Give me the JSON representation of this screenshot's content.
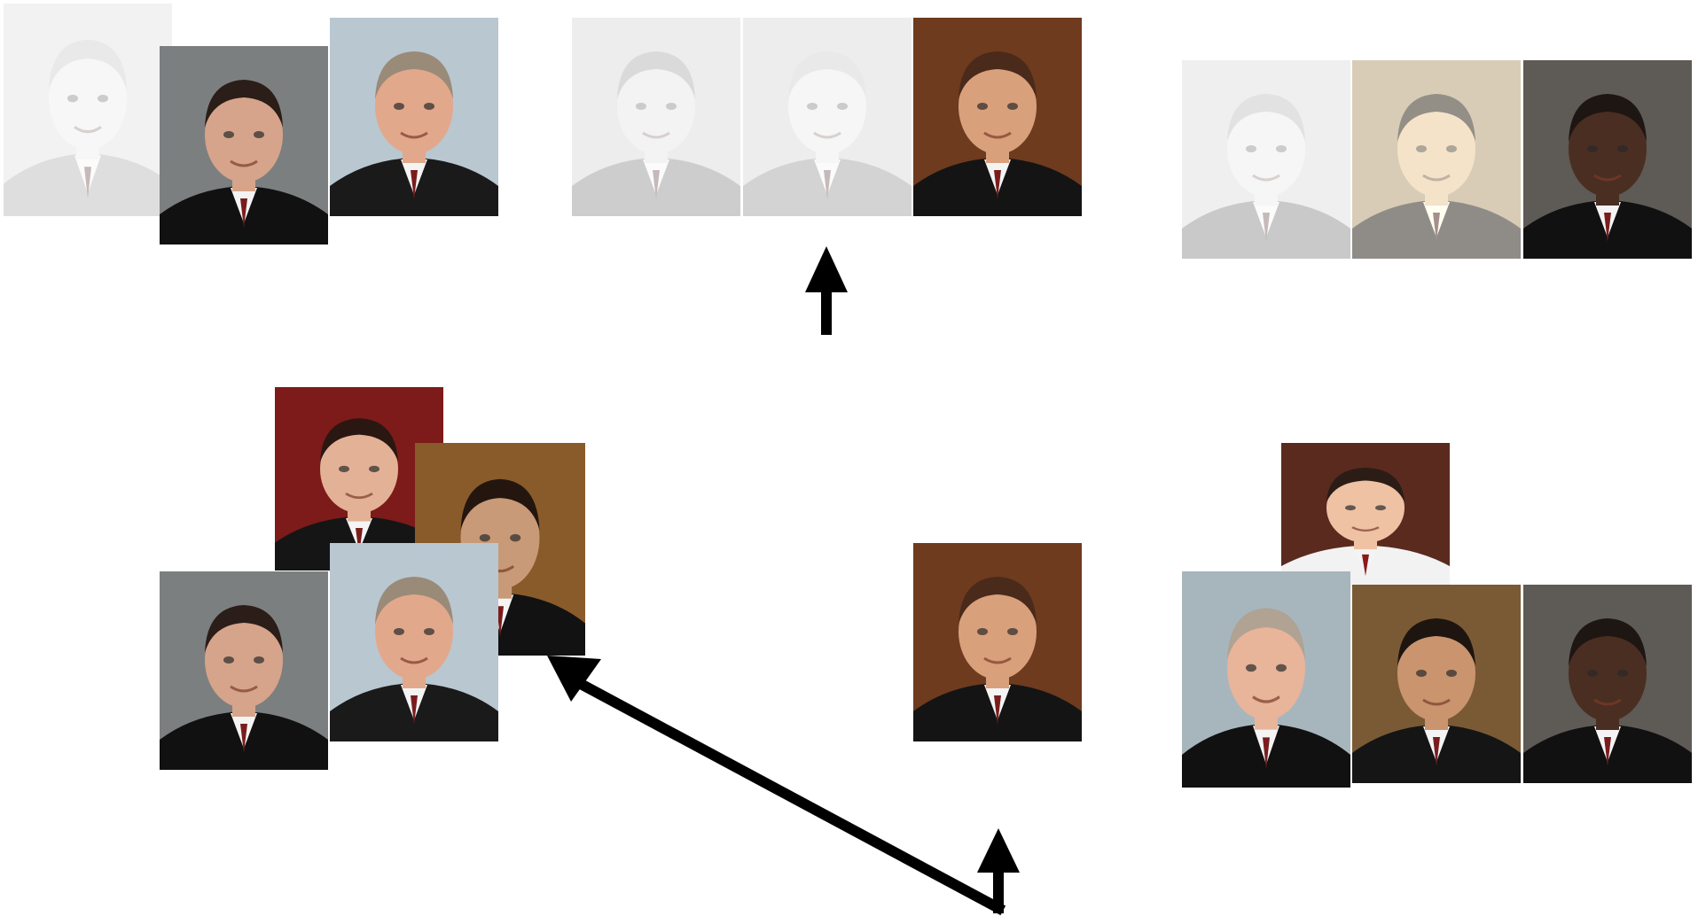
{
  "diagram": {
    "groups": [
      {
        "id": "top-left",
        "members": [
          {
            "name": "justice-1",
            "bg": "#d8d8d8",
            "skin": "#e9e9e9",
            "hair": "#bdbdbd",
            "robe": "#9a9a9a",
            "style": "grayscale"
          },
          {
            "name": "justice-2",
            "bg": "#7c7f80",
            "skin": "#d6a48a",
            "hair": "#2b1d17",
            "robe": "#111111",
            "style": "normal"
          },
          {
            "name": "justice-3",
            "bg": "#b9c7d1",
            "skin": "#e2a88c",
            "hair": "#9a8a78",
            "robe": "#1a1a1a",
            "style": "normal"
          }
        ]
      },
      {
        "id": "top-center",
        "members": [
          {
            "name": "justice-4",
            "bg": "#c9c9c9",
            "skin": "#dcdcdc",
            "hair": "#8f8f8f",
            "robe": "#666666",
            "style": "faded"
          },
          {
            "name": "justice-5",
            "bg": "#c9c9c9",
            "skin": "#e4e4e4",
            "hair": "#bcbcbc",
            "robe": "#7a7a7a",
            "style": "faded"
          },
          {
            "name": "justice-6",
            "bg": "#6e3b1e",
            "skin": "#d9a07c",
            "hair": "#4a2a1a",
            "robe": "#141414",
            "style": "normal"
          }
        ]
      },
      {
        "id": "top-right",
        "members": [
          {
            "name": "justice-7",
            "bg": "#d0d0d0",
            "skin": "#e6e6e6",
            "hair": "#a8a8a8",
            "robe": "#5a5a5a",
            "style": "faded"
          },
          {
            "name": "justice-8",
            "bg": "#a88f5f",
            "skin": "#d8b07f",
            "hair": "#3a2a1a",
            "robe": "#2a2a2a",
            "style": "sepia"
          },
          {
            "name": "justice-9",
            "bg": "#5e5a55",
            "skin": "#4a2e22",
            "hair": "#1e1612",
            "robe": "#111111",
            "style": "normal"
          }
        ]
      },
      {
        "id": "bottom-left",
        "members": [
          {
            "name": "justice-10",
            "bg": "#7d1a1a",
            "skin": "#e3b196",
            "hair": "#2a1712",
            "robe": "#151515",
            "style": "normal"
          },
          {
            "name": "justice-11",
            "bg": "#8a5b2a",
            "skin": "#c99a78",
            "hair": "#24160f",
            "robe": "#121212",
            "style": "normal"
          },
          {
            "name": "justice-2b",
            "bg": "#7c7f80",
            "skin": "#d6a48a",
            "hair": "#2b1d17",
            "robe": "#111111",
            "style": "normal"
          },
          {
            "name": "justice-3b",
            "bg": "#b9c7d1",
            "skin": "#e2a88c",
            "hair": "#9a8a78",
            "robe": "#1a1a1a",
            "style": "normal"
          }
        ]
      },
      {
        "id": "bottom-center",
        "members": [
          {
            "name": "justice-6b",
            "bg": "#6e3b1e",
            "skin": "#d9a07c",
            "hair": "#4a2a1a",
            "robe": "#141414",
            "style": "normal"
          }
        ]
      },
      {
        "id": "bottom-right",
        "members": [
          {
            "name": "justice-12",
            "bg": "#5a2a1e",
            "skin": "#efc2a4",
            "hair": "#2b1d16",
            "robe": "#f2f2f2",
            "style": "normal"
          },
          {
            "name": "justice-13",
            "bg": "#a7b6bd",
            "skin": "#e8b49a",
            "hair": "#b0a393",
            "robe": "#111111",
            "style": "normal"
          },
          {
            "name": "justice-8b",
            "bg": "#7a5a34",
            "skin": "#c9946e",
            "hair": "#1e1510",
            "robe": "#151515",
            "style": "normal"
          },
          {
            "name": "justice-9b",
            "bg": "#5e5a55",
            "skin": "#4a2e22",
            "hair": "#1e1612",
            "robe": "#111111",
            "style": "normal"
          }
        ]
      }
    ],
    "arrows": [
      {
        "name": "arrow-up-top-center",
        "from": "bottom-center",
        "to": "top-center"
      },
      {
        "name": "arrow-diagonal-bottom",
        "from": "bottom-center",
        "to": "bottom-left"
      }
    ]
  }
}
